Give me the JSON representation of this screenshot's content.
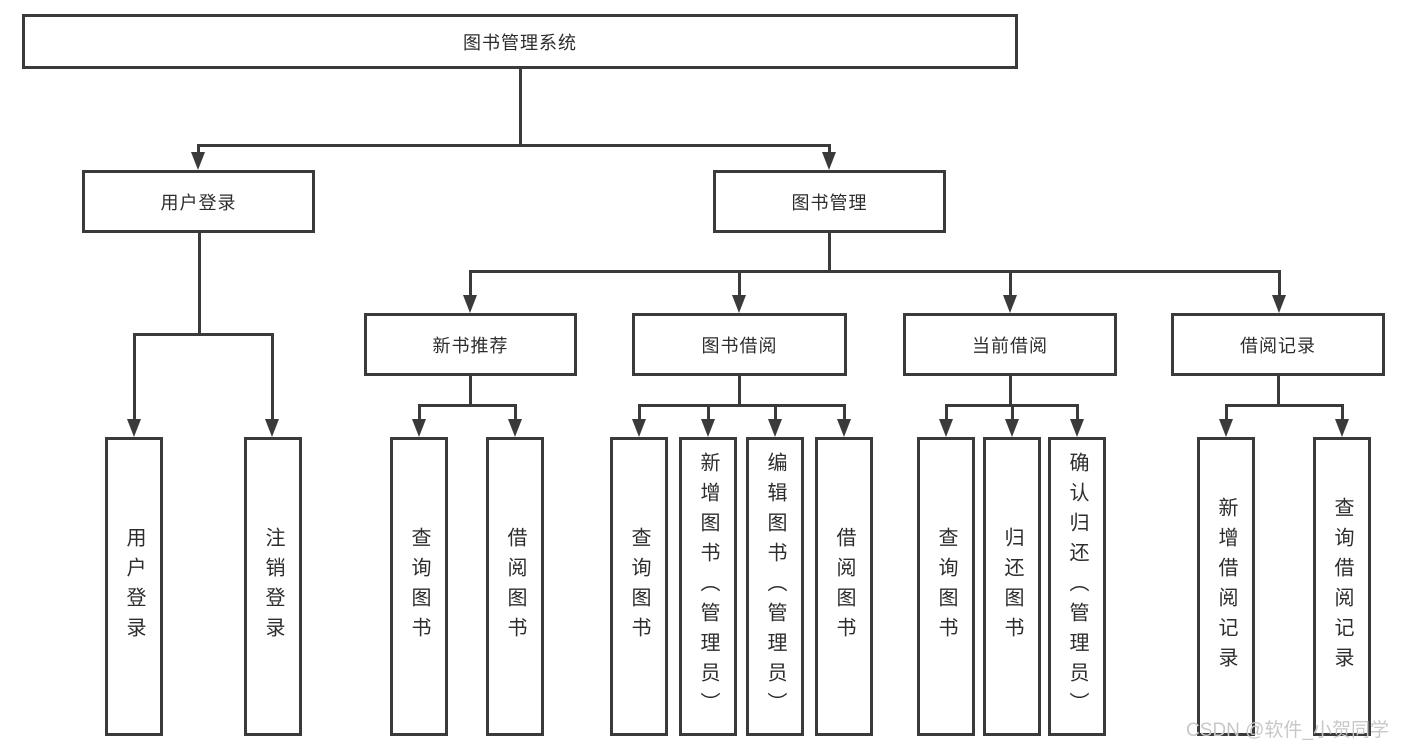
{
  "tree": {
    "label": "图书管理系统",
    "children": [
      {
        "label": "用户登录",
        "children": [
          {
            "label": "用户登录"
          },
          {
            "label": "注销登录"
          }
        ]
      },
      {
        "label": "图书管理",
        "children": [
          {
            "label": "新书推荐",
            "children": [
              {
                "label": "查询图书"
              },
              {
                "label": "借阅图书"
              }
            ]
          },
          {
            "label": "图书借阅",
            "children": [
              {
                "label": "查询图书"
              },
              {
                "label": "新增图书（管理员）"
              },
              {
                "label": "编辑图书（管理员）"
              },
              {
                "label": "借阅图书"
              }
            ]
          },
          {
            "label": "当前借阅",
            "children": [
              {
                "label": "查询图书"
              },
              {
                "label": "归还图书"
              },
              {
                "label": "确认归还（管理员）"
              }
            ]
          },
          {
            "label": "借阅记录",
            "children": [
              {
                "label": "新增借阅记录"
              },
              {
                "label": "查询借阅记录"
              }
            ]
          }
        ]
      }
    ]
  },
  "watermark": "CSDN @软件_小贺同学",
  "colors": {
    "line": "#3a3a3a",
    "text": "#2d2d2d",
    "watermark": "#c8c8c8",
    "background": "#ffffff"
  }
}
